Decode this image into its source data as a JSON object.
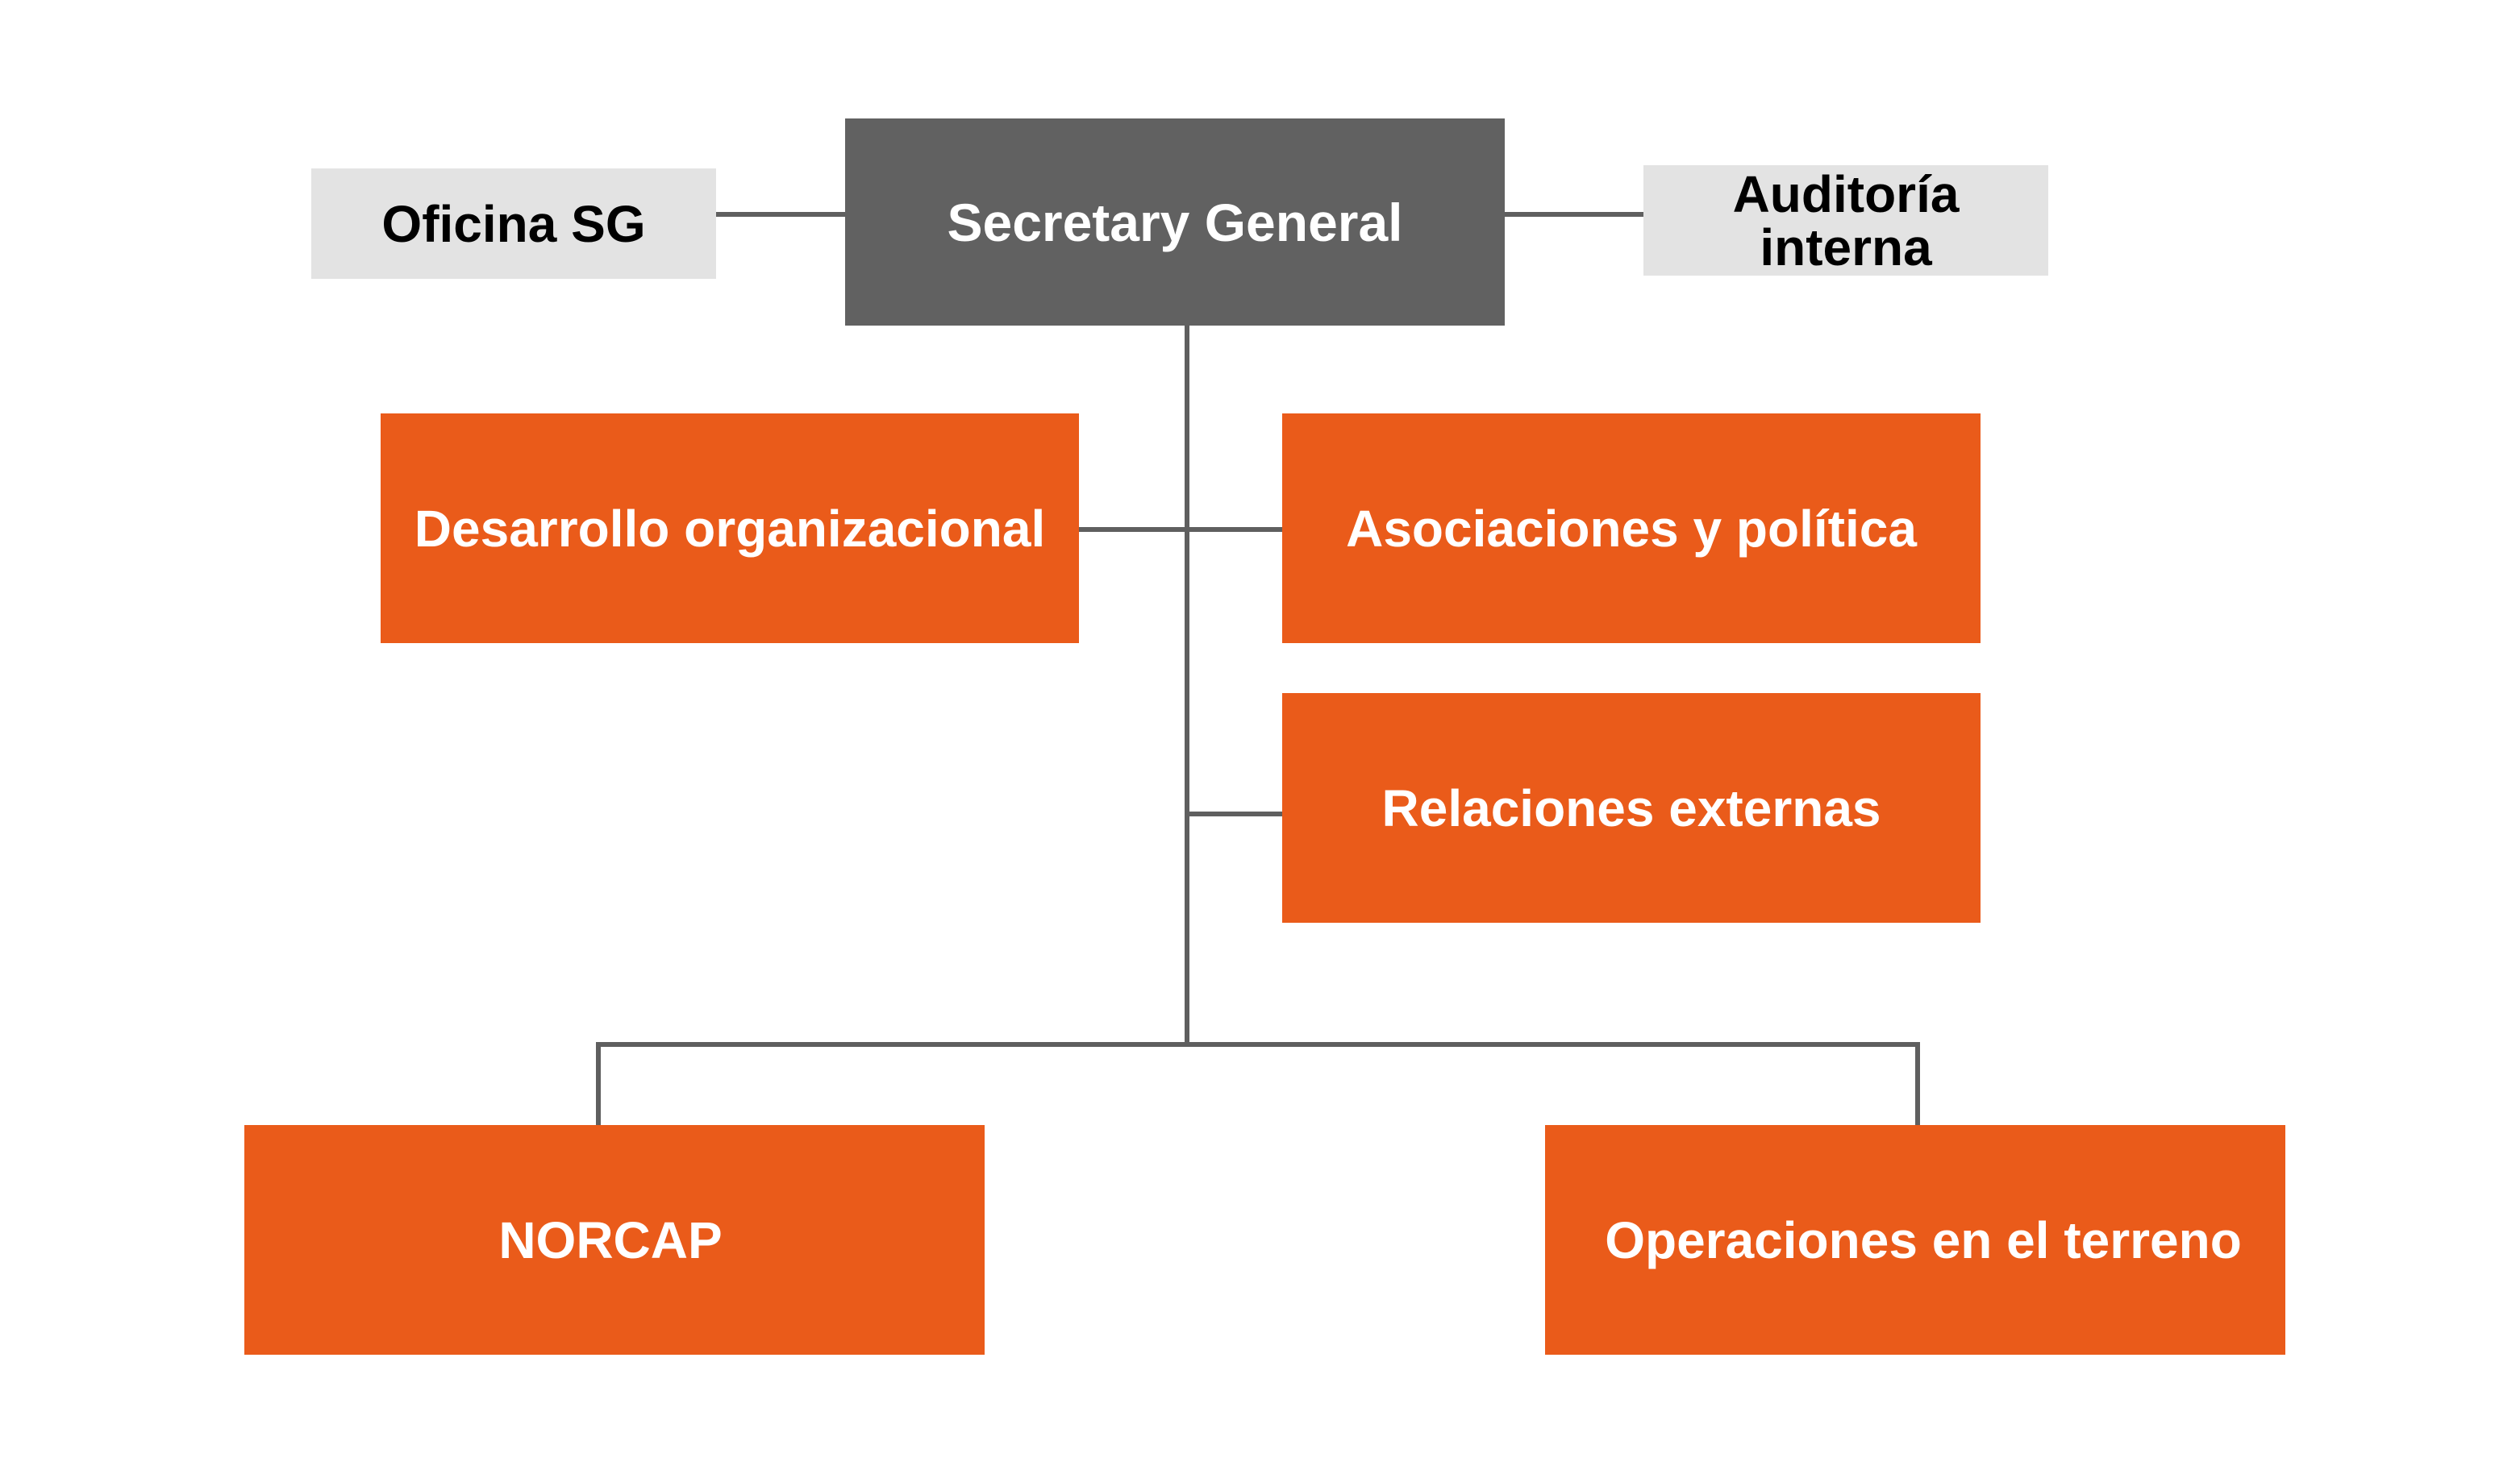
{
  "colors": {
    "head_box": "#616161",
    "side_box": "#e3e3e3",
    "unit_box": "#ea5b1a",
    "connector": "#5f5f5f"
  },
  "org_chart": {
    "head": {
      "label": "Secretary General"
    },
    "left_staff": {
      "label": "Oficina SG"
    },
    "right_staff": {
      "label": "Auditoría\ninterna"
    },
    "departments": [
      {
        "label": "Desarrollo organizacional"
      },
      {
        "label": "Asociaciones y política"
      },
      {
        "label": "Relaciones externas"
      }
    ],
    "divisions": [
      {
        "label": "NORCAP"
      },
      {
        "label": "Operaciones en el terreno"
      }
    ]
  }
}
